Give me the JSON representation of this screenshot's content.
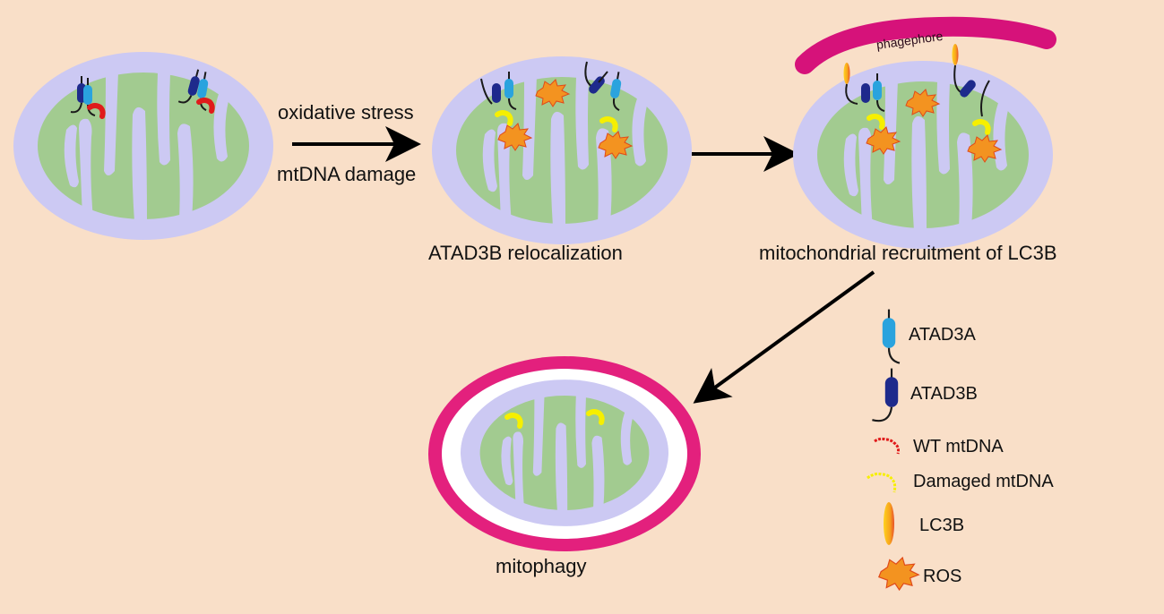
{
  "figure": {
    "background": "#f9dfc8",
    "colors": {
      "outer_membrane": "#ccc9f3",
      "matrix": "#a2cb90",
      "atad3a": "#2aa3de",
      "atad3b": "#1e2a8c",
      "wt_mtdna": "#e01b1b",
      "damaged_mtdna": "#f6ef00",
      "lc3b": "#f6a81a",
      "ros": "#f39320",
      "phagophore": "#d6127a",
      "autophagosome": "#e3207d",
      "arrow": "#000000"
    }
  },
  "steps": [
    {
      "id": "normal",
      "label": ""
    },
    {
      "id": "relocalization",
      "label": "ATAD3B relocalization"
    },
    {
      "id": "recruitment",
      "label": "mitochondrial recruitment of LC3B"
    },
    {
      "id": "mitophagy",
      "label": "mitophagy"
    }
  ],
  "arrows": [
    {
      "from": "normal",
      "to": "relocalization",
      "label_top": "oxidative stress",
      "label_bottom": "mtDNA damage"
    },
    {
      "from": "relocalization",
      "to": "recruitment"
    },
    {
      "from": "recruitment",
      "to": "mitophagy"
    }
  ],
  "phagophore": {
    "label": "phagephore"
  },
  "legend": [
    {
      "icon": "atad3a-icon",
      "label": "ATAD3A"
    },
    {
      "icon": "atad3b-icon",
      "label": "ATAD3B"
    },
    {
      "icon": "wt-mtdna-icon",
      "label": "WT mtDNA"
    },
    {
      "icon": "damaged-mtdna-icon",
      "label": "Damaged mtDNA"
    },
    {
      "icon": "lc3b-icon",
      "label": "LC3B"
    },
    {
      "icon": "ros-icon",
      "label": "ROS"
    }
  ]
}
